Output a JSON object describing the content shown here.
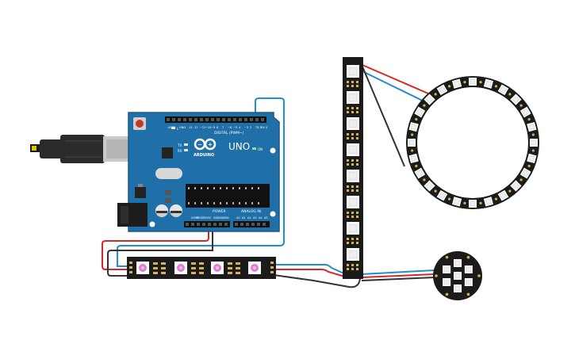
{
  "colors": {
    "board_blue": "#1f6fa8",
    "board_edge": "#195b8b",
    "strip_black": "#1b1b1b",
    "led_pink": "#e07ad0",
    "pad_gold": "#d4b25a",
    "wire_red": "#d62828",
    "wire_blue": "#1f8fcf",
    "wire_black": "#333333"
  },
  "board": {
    "model": "UNO",
    "brand": "ARDUINO",
    "digital_label": "DIGITAL (PWM~)",
    "power_label": "POWER",
    "analog_label": "ANALOG IN",
    "on_label": "ON",
    "tx_label": "TX",
    "rx_label": "RX",
    "l_label": "L",
    "aref_label": "AREF",
    "gnd_label": "GND",
    "digital_pins": [
      "13",
      "12",
      "~11",
      "~10",
      "~9",
      "8",
      "7",
      "~6",
      "~5",
      "4",
      "~3",
      "2",
      "TX 1",
      "RX 0"
    ],
    "power_pins": [
      "IOREF",
      "RESET",
      "3.3V",
      "5V",
      "GND",
      "GND",
      "VIN"
    ],
    "analog_pins": [
      "A0",
      "A1",
      "A2",
      "A3",
      "A4",
      "A5"
    ],
    "icons": [
      "reset-button",
      "usb-b-connector",
      "dc-barrel-jack",
      "atmega-chip",
      "crystal-oscillator",
      "capacitor"
    ]
  },
  "components": {
    "usb_cable": "usb-cable",
    "strip_horizontal": {
      "name": "neopixel-strip-horizontal",
      "led_count": 4
    },
    "strip_vertical": {
      "name": "neopixel-strip-vertical",
      "led_count": 8
    },
    "ring_large": {
      "name": "neopixel-ring-24",
      "led_count": 24
    },
    "jewel": {
      "name": "neopixel-jewel",
      "led_count": 7
    }
  },
  "wires": [
    "data-wire-blue",
    "power-wire-red",
    "ground-wire-black"
  ]
}
